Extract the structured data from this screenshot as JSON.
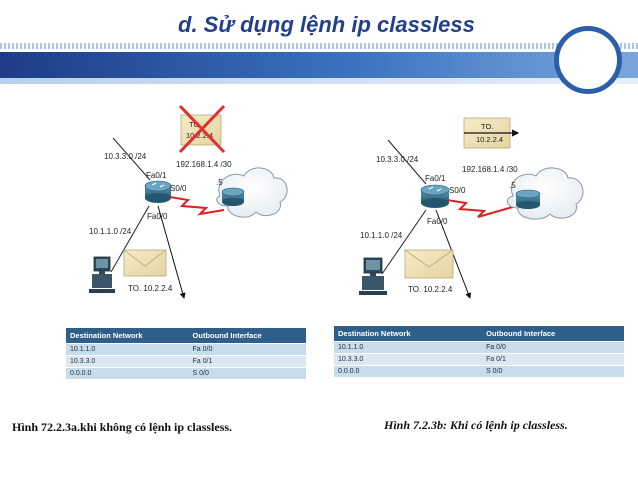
{
  "slide": {
    "title": "d. Sử dụng lệnh ip classless"
  },
  "left": {
    "packet_top": "TO.\n10.2.2.4",
    "packet_top_line1": "TO.",
    "packet_top_line2": "10.2.2.4",
    "net_top": "10.3.3.0 /24",
    "net_serial": "192.168.1.4 /30",
    "fa01": "Fa0/1",
    "s00": "S0/0",
    "fa00": "Fa0/0",
    "dot5": ".5",
    "net_bottom": "10.1.1.0 /24",
    "packet_bottom": "TO. 10.2.2.4",
    "table": {
      "headers": [
        "Destination Network",
        "Outbound Interface"
      ],
      "rows": [
        [
          "10.1.1.0",
          "Fa 0/0"
        ],
        [
          "10.3.3.0",
          "Fa 0/1"
        ],
        [
          "0.0.0.0",
          "S 0/0"
        ]
      ]
    },
    "caption": "Hình 72.2.3a.khi không có lệnh ip classless."
  },
  "right": {
    "packet_top_line1": "TO.",
    "packet_top_line2": "10.2.2.4",
    "net_top": "10.3.3.0 /24",
    "net_serial": "192.168.1.4 /30",
    "fa01": "Fa0/1",
    "s00": "S0/0",
    "fa00": "Fa0/0",
    "dot5": ".5",
    "net_bottom": "10.1.1.0 /24",
    "packet_bottom": "TO. 10.2.2.4",
    "table": {
      "headers": [
        "Destination Network",
        "Outbound Interface"
      ],
      "rows": [
        [
          "10.1.1.0",
          "Fa 0/0"
        ],
        [
          "10.3.3.0",
          "Fa 0/1"
        ],
        [
          "0.0.0.0",
          "S 0/0"
        ]
      ]
    },
    "caption": "Hình 7.2.3b: Khi có lệnh ip classless."
  },
  "colors": {
    "title": "#233f8c",
    "band": "#2d5fa8",
    "serial_link": "#e02020",
    "cross": "#e03030",
    "router": "#2e6f8e",
    "table_header": "#2e5f8a"
  }
}
